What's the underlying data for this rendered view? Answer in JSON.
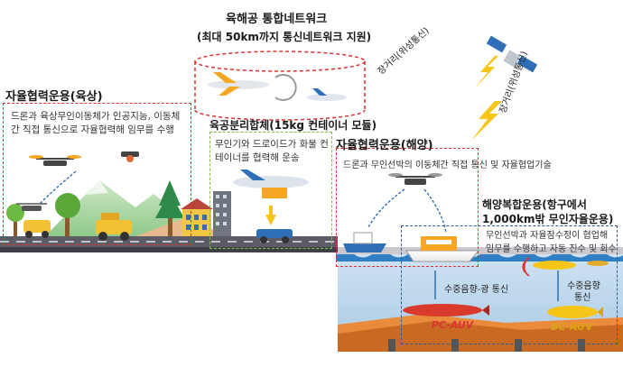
{
  "network": {
    "title": "육해공 통합네트워크",
    "subtitle": "(최대 50km까지 통신네트워크 지원)"
  },
  "long_range_1": "장거리(위성통신)",
  "long_range_2": "장거리(위성통신)",
  "land": {
    "title": "자율협력운용(육상)",
    "desc": "드론과 육상무인이동체가 인공지능, 이동체간 직접 통신으로 자율협력해 임무를 수행"
  },
  "separation": {
    "title": "육공분리합체(15kg 컨테이너 모듈)",
    "desc": "무인기와 드로이드가 화물 컨테이너를 협력해 운송"
  },
  "sea": {
    "title": "자율협력운용(해양)",
    "desc": "드론과 무인선박의 이동체간 직접 통신 및 자율협업기술"
  },
  "complex": {
    "title_line1": "해양복합운용(항구에서",
    "title_line2": "1,000km밖 무인자율운용)",
    "desc": "무인선박과 자율잠수정이 협업해 임무를 수행하고 자동 진수 및 회수"
  },
  "underwater_comm_1": "수중음향-광 통신",
  "underwater_comm_2_line1": "수중음향",
  "underwater_comm_2_line2": "통신",
  "pc_auv": "PC-AUV",
  "bc_auv": "BC-AUV"
}
